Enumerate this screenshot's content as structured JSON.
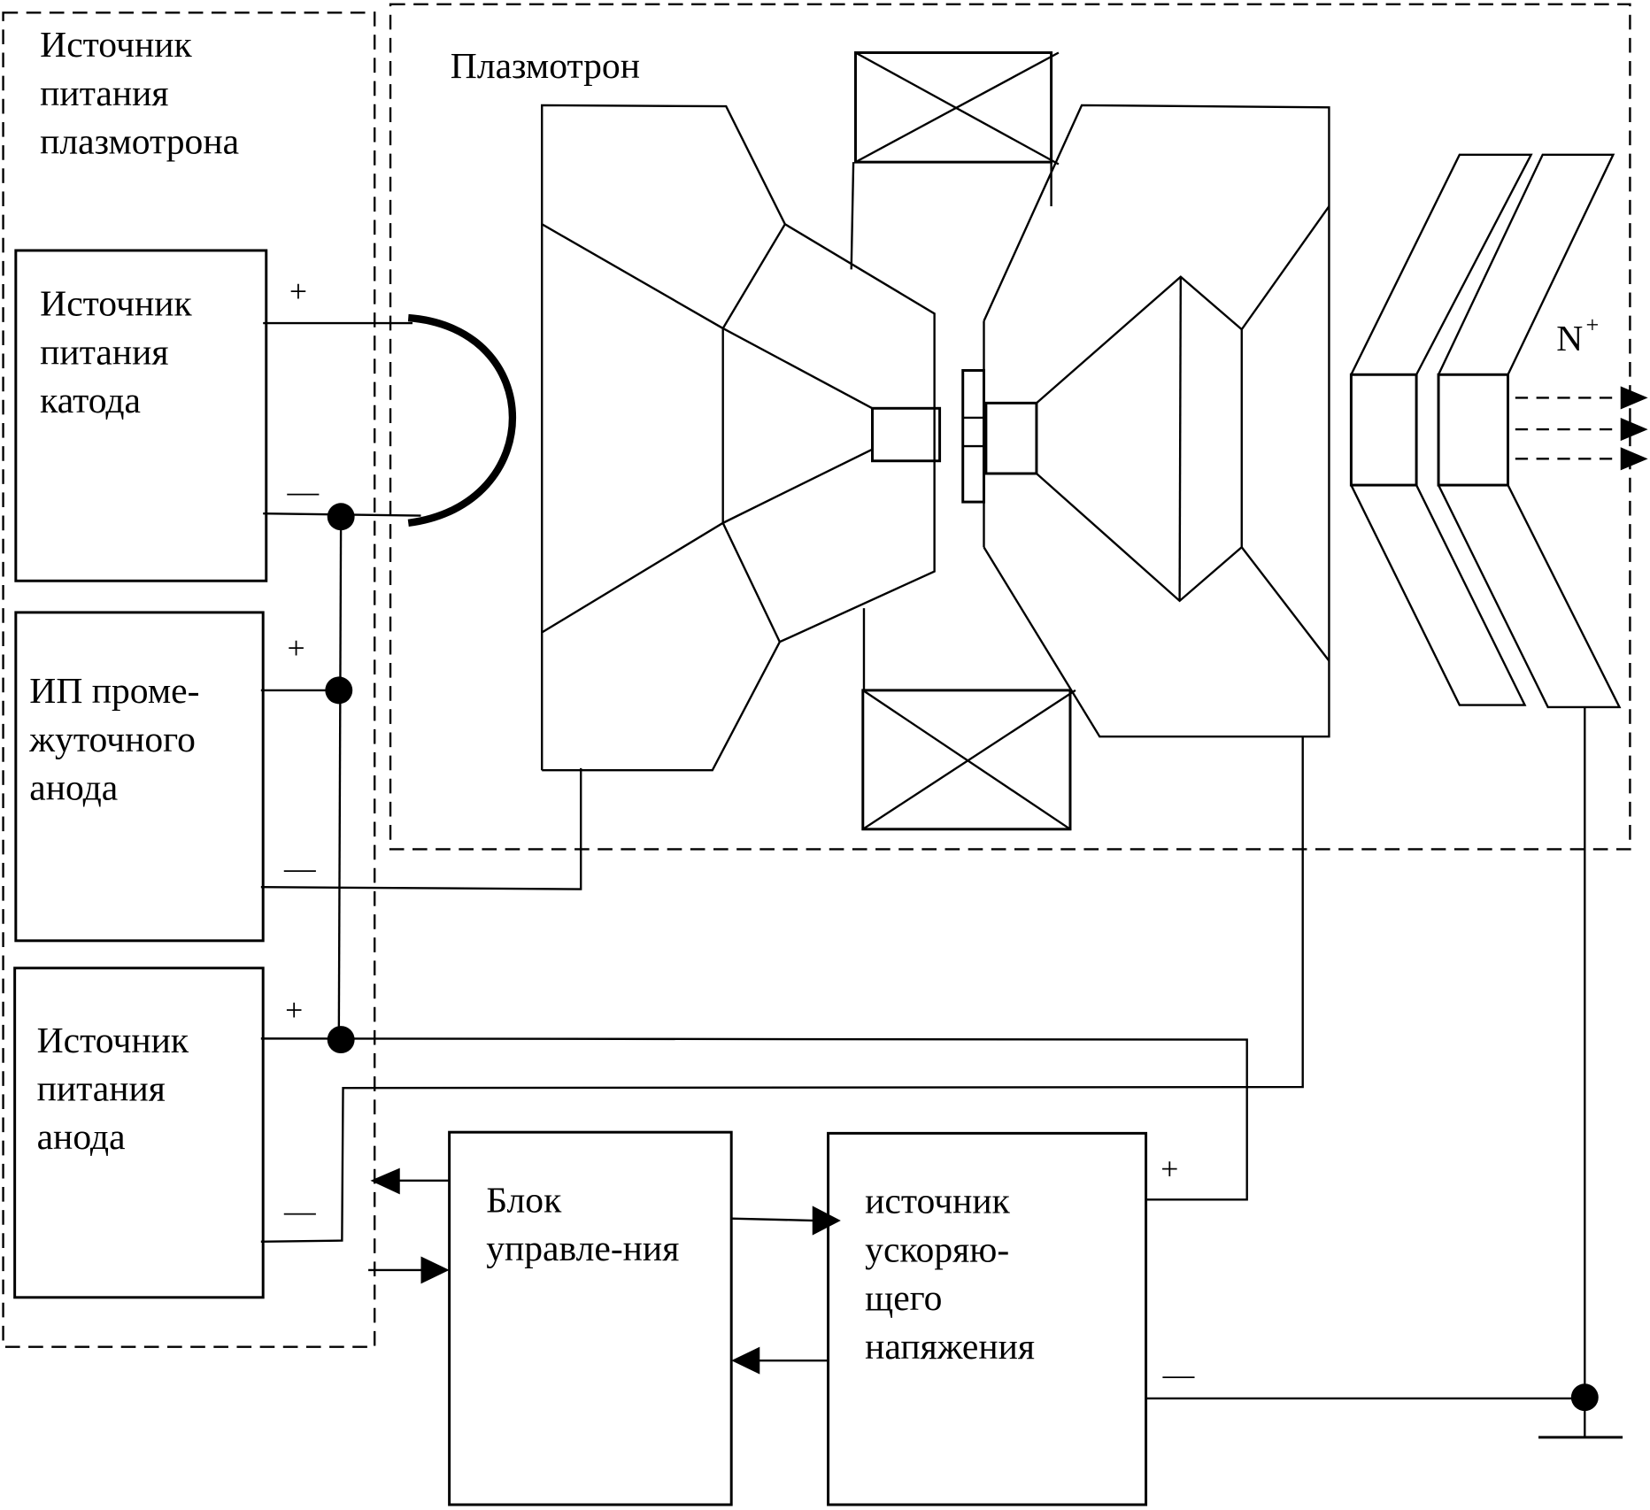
{
  "groups": {
    "plasmatron_power_group_title": [
      "Источник",
      "питания",
      "плазмотрона"
    ],
    "plasmatron_title": "Плазмотрон"
  },
  "blocks": {
    "cathode_supply": [
      "Источник",
      "питания",
      "катода"
    ],
    "intermediate_anode_supply": [
      "ИП проме-",
      "жуточного",
      "анода"
    ],
    "anode_supply": [
      "Источник",
      "питания",
      "анода"
    ],
    "control_unit": [
      "Блок",
      "управле-ния"
    ],
    "accelerating_voltage_source": [
      "источник",
      "ускоряю-",
      "щего",
      "напяжения"
    ]
  },
  "terminals": {
    "plus": "+",
    "minus": "—"
  },
  "beam_label": {
    "base": "N",
    "superscript": "+"
  }
}
